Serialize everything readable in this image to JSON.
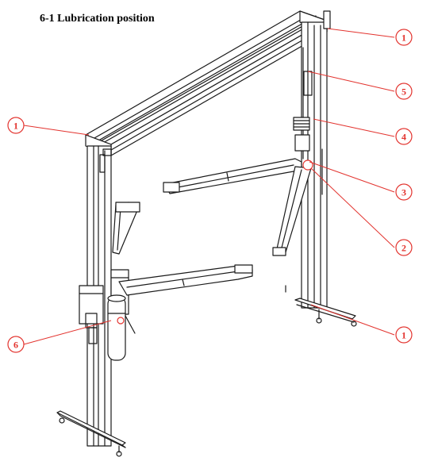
{
  "heading": "6-1 Lubrication position",
  "colors": {
    "callout": "#e3342f",
    "line": "#1a1a1a",
    "highlight": "#e3342f"
  },
  "callouts": [
    {
      "id": "top-right",
      "label": "1"
    },
    {
      "id": "left",
      "label": "1"
    },
    {
      "id": "pulley",
      "label": "5"
    },
    {
      "id": "carriage",
      "label": "4"
    },
    {
      "id": "arm-pin",
      "label": "3"
    },
    {
      "id": "arm-lock",
      "label": "2"
    },
    {
      "id": "base",
      "label": "1"
    },
    {
      "id": "power-unit",
      "label": "6"
    }
  ]
}
